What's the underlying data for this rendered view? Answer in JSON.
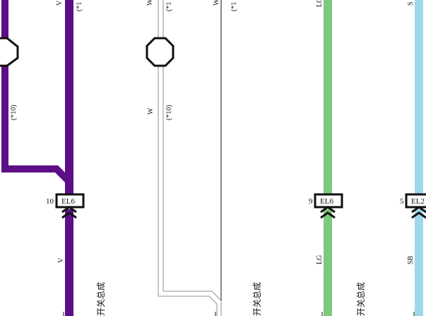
{
  "colors": {
    "violet": "#5c0f87",
    "white_wire_outline": "#8f8f8f",
    "light_green": "#7dc87d",
    "sky_blue": "#9dd8e8",
    "ink": "#111111",
    "background": "#ffffff"
  },
  "wires": {
    "v": {
      "color_code": "V",
      "top_code": "V",
      "note_top": "(*1",
      "note_mid": "(*10)"
    },
    "w": {
      "color_code": "W",
      "top_code": "W",
      "note_top": "(*1",
      "note_mid": "(*10)",
      "right_code": "W"
    },
    "lg": {
      "color_code": "LG",
      "top_code": "LG"
    },
    "sb": {
      "color_code": "SB",
      "top_code": "S"
    },
    "note_right_top": "(*1"
  },
  "connectors": [
    {
      "pin": "10",
      "code": "EL6"
    },
    {
      "pin": "9",
      "code": "EL6"
    },
    {
      "pin": "5",
      "code": "EL2"
    }
  ],
  "components": {
    "left_label": "开关总成",
    "middle_label": "开关总成",
    "right_label": "开关总成"
  }
}
